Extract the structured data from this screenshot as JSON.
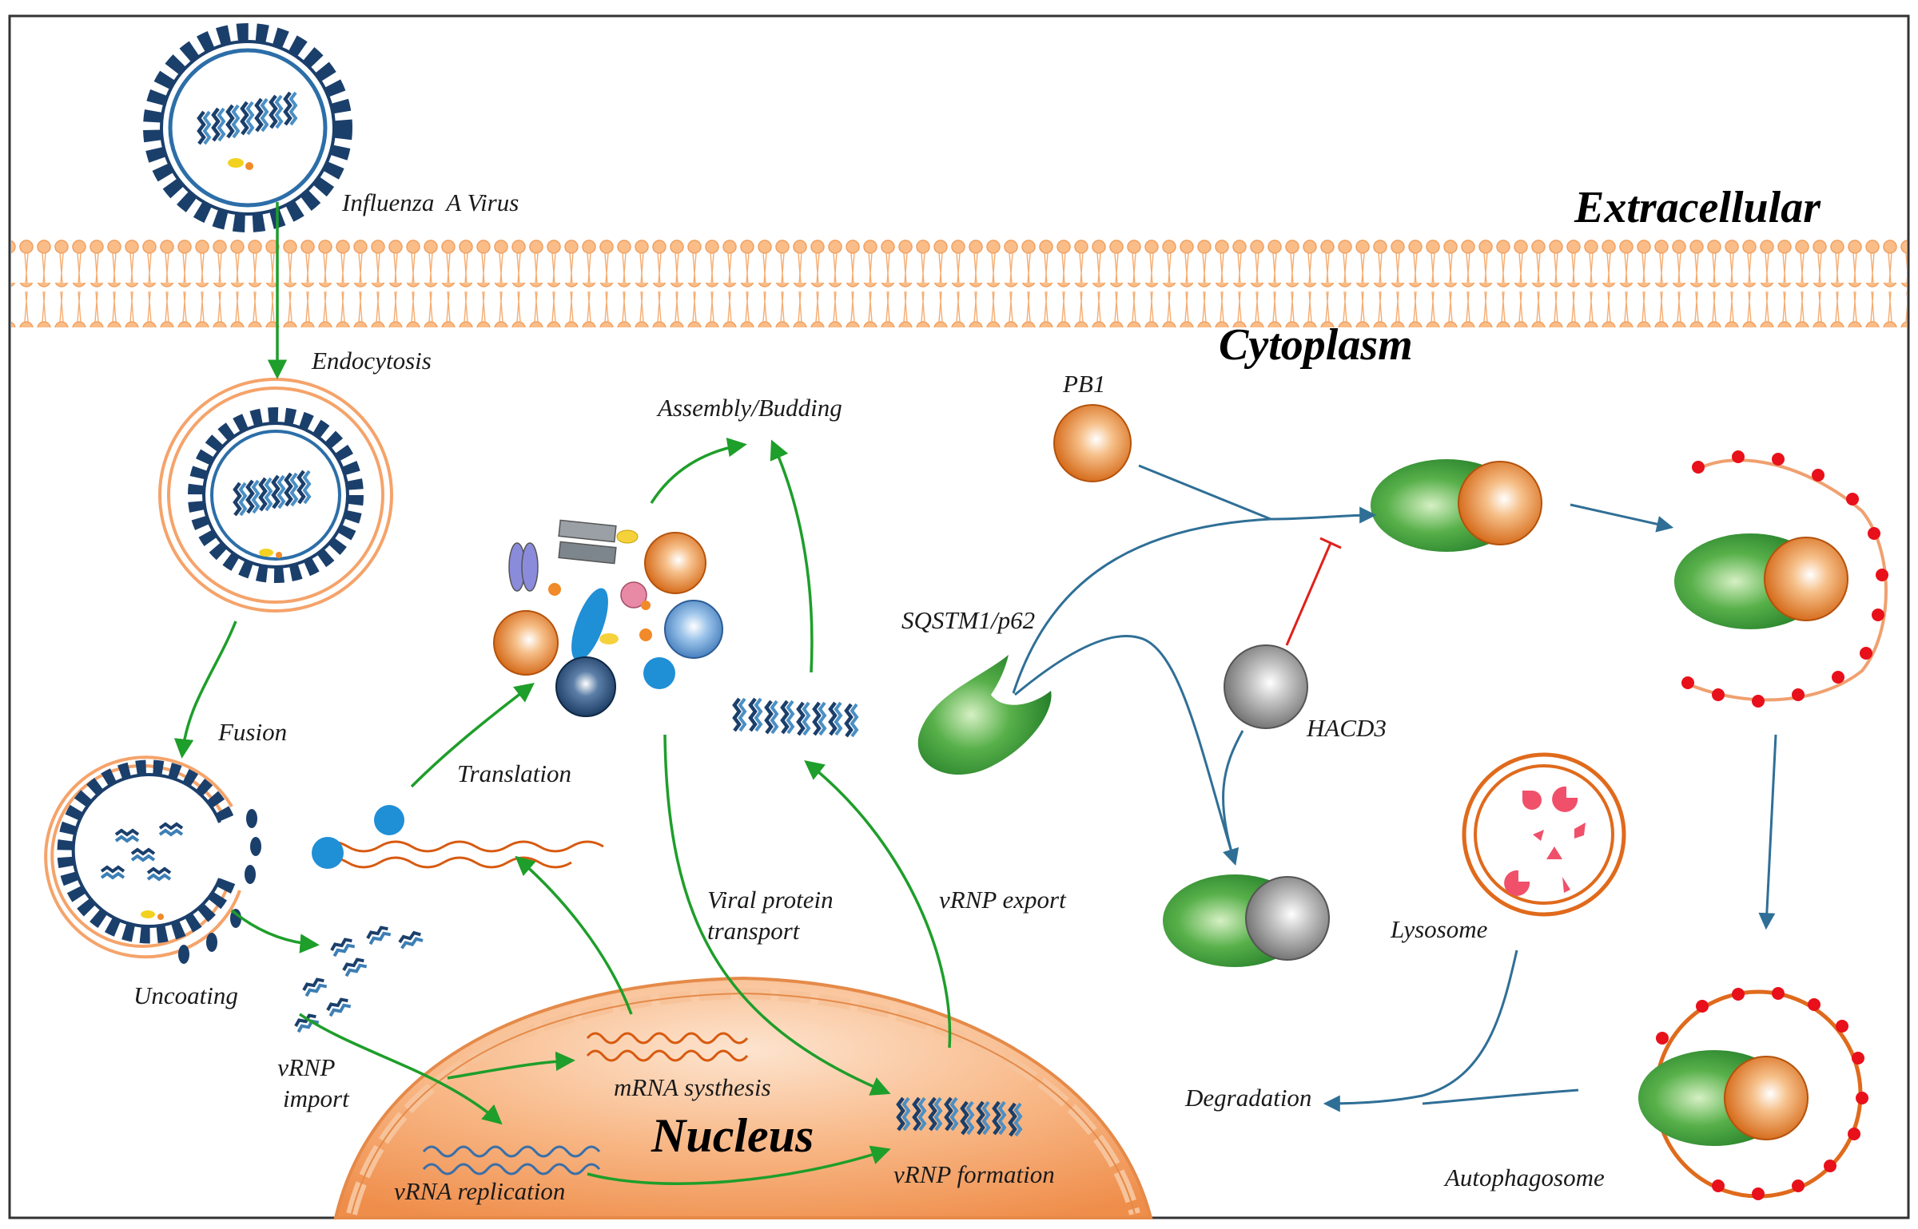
{
  "compartments": {
    "extracellular": "Extracellular",
    "cytoplasm": "Cytoplasm",
    "nucleus": "Nucleus"
  },
  "steps": {
    "virus": "Influenza  A Virus",
    "endocytosis": "Endocytosis",
    "fusion": "Fusion",
    "uncoating": "Uncoating",
    "vrnp_import_1": "vRNP",
    "vrnp_import_2": "import",
    "translation": "Translation",
    "assembly": "Assembly/Budding",
    "viral_protein_1": "Viral protein",
    "viral_protein_2": "transport",
    "vrnp_export": "vRNP export",
    "mrna": "mRNA systhesis",
    "vrna": "vRNA replication",
    "vrnp_formation": "vRNP formation"
  },
  "proteins": {
    "pb1": "PB1",
    "sqstm1": "SQSTM1/p62",
    "hacd3": "HACD3",
    "lysosome": "Lysosome",
    "degradation": "Degradation",
    "autophagosome": "Autophagosome"
  },
  "colors": {
    "green_arrow": "#1e9e2a",
    "blue_arrow": "#2f6f96",
    "inhibit": "#e0201a",
    "membrane": "#f7b27a",
    "nucleus": "#f5a36a",
    "orange": "#e0701c",
    "green_body": "#2f8f2f",
    "virus_blue": "#1b3f6b",
    "red_dot": "#e8101a"
  }
}
